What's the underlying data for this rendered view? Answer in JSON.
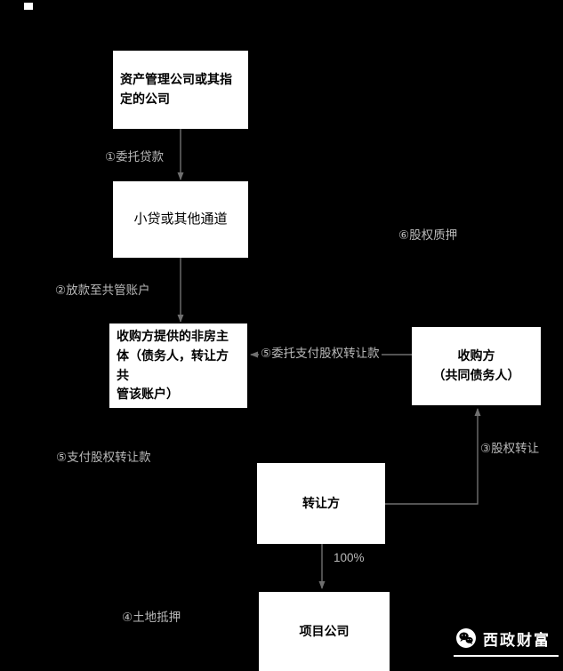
{
  "diagram": {
    "boxes": {
      "asset_company": "资产管理公司或其指\n定的公司",
      "channel": "小贷或其他通道",
      "non_re_entity": "收购方提供的非房主\n体（债务人，转让方共\n管该账户）",
      "acquirer": "收购方\n（共同债务人）",
      "transferor": "转让方",
      "project_company": "项目公司"
    },
    "labels": {
      "entrusted_loan": "①委托贷款",
      "loan_to_escrow": "②放款至共管账户",
      "entrust_pay_equity": "⑤委托支付股权转让款",
      "equity_pledge": "⑥股权质押",
      "equity_transfer": "③股权转让",
      "pay_equity_price": "⑤支付股权转让款",
      "pct_100": "100%",
      "land_mortgage": "④土地抵押"
    },
    "watermark": {
      "text": "西政财富"
    },
    "colors": {
      "background": "#000000",
      "box_bg": "#ffffff",
      "box_text": "#000000",
      "line": "#6f6f6f",
      "label_text": "#b9b9b9",
      "watermark_text": "#ffffff"
    }
  }
}
